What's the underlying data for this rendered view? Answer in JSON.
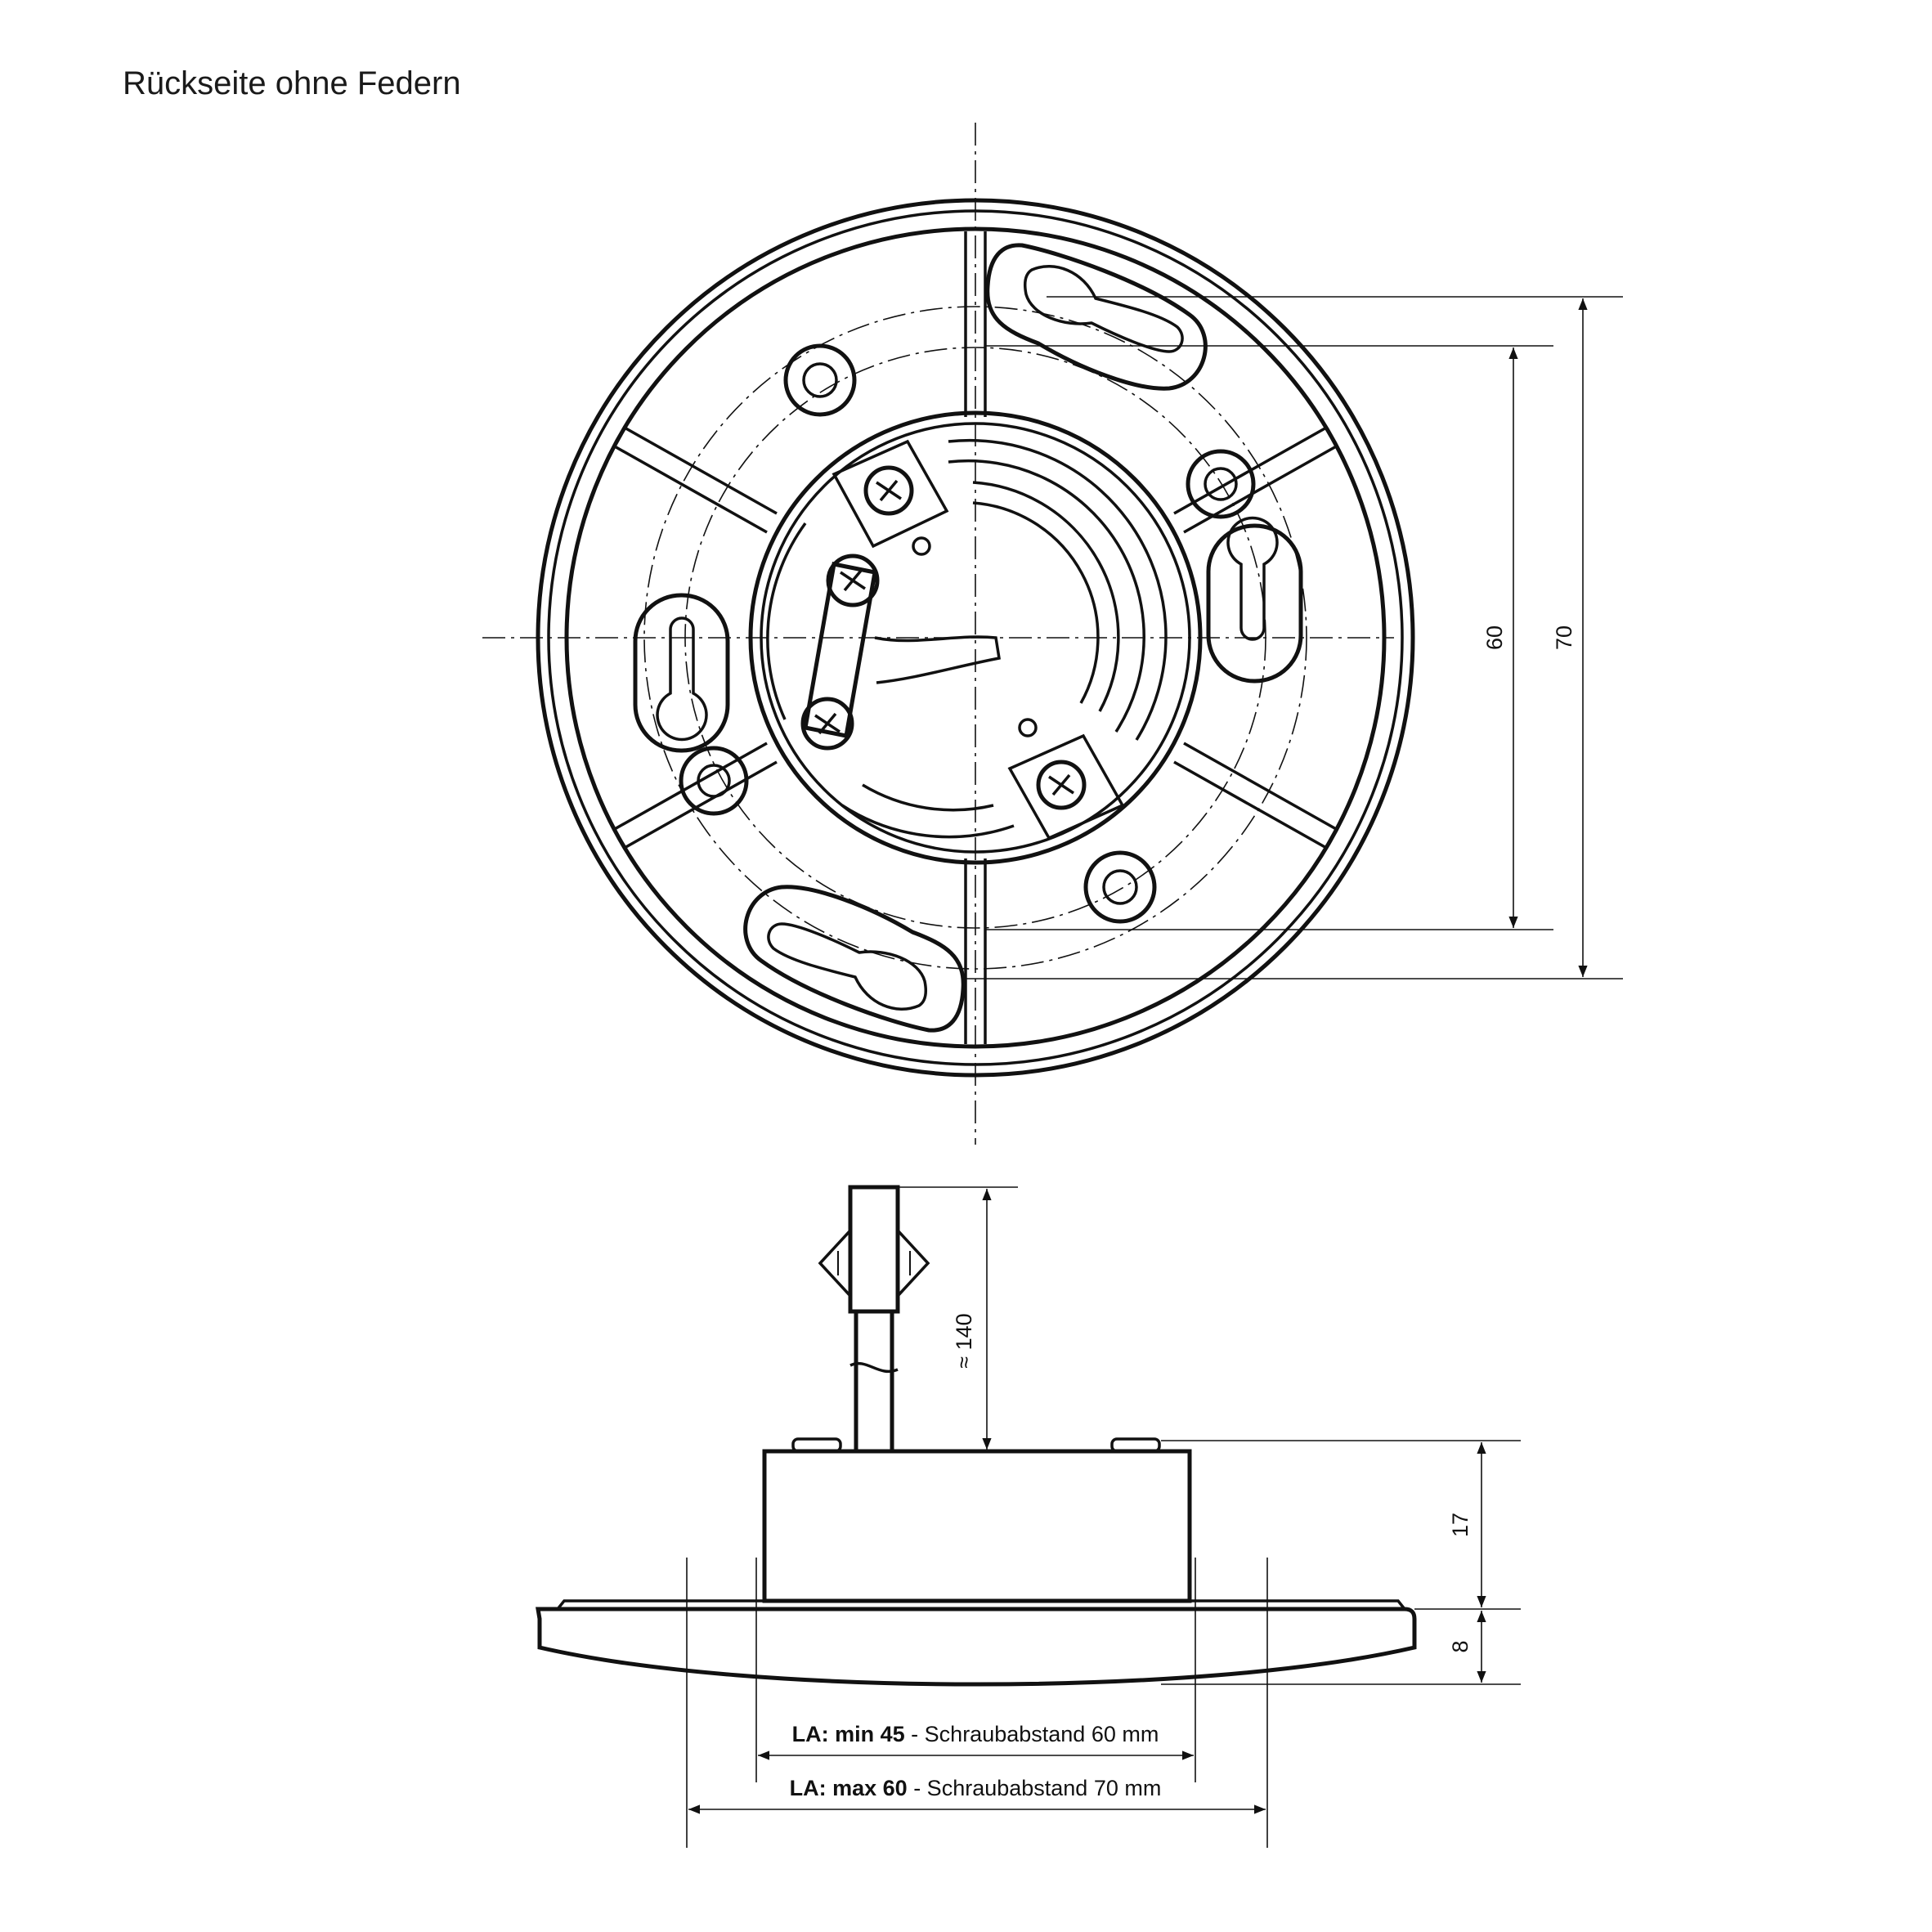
{
  "title": "Rückseite ohne Federn",
  "dimensions": {
    "screw_inner": "60",
    "screw_outer": "70",
    "cable_length": "≈ 140",
    "height_top": "17",
    "height_bottom": "8"
  },
  "cutouts": {
    "min_prefix": "LA: min 45",
    "min_suffix": " - Schraubabstand 60 mm",
    "max_prefix": "LA: max 60",
    "max_suffix": " - Schraubabstand 70 mm"
  }
}
